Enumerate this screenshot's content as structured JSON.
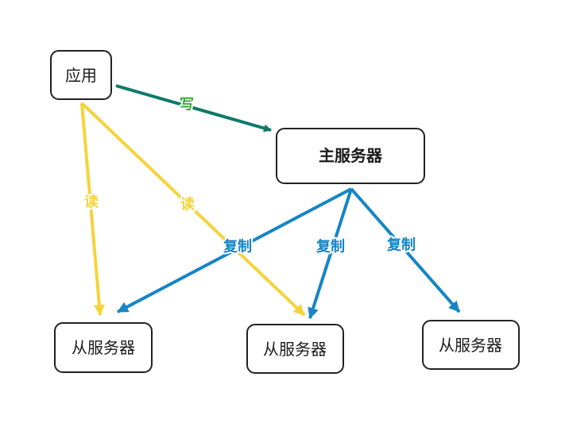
{
  "colors": {
    "write_line": "#0d7a6a",
    "write_label": "#3aaa35",
    "read": "#f5d33a",
    "replicate": "#1585c6",
    "border": "#222222"
  },
  "nodes": {
    "app": {
      "label": "应用"
    },
    "master": {
      "label": "主服务器"
    },
    "slave_left": {
      "label": "从服务器"
    },
    "slave_middle": {
      "label": "从服务器"
    },
    "slave_right": {
      "label": "从服务器"
    }
  },
  "edges": {
    "write": {
      "label": "写"
    },
    "read_left": {
      "label": "读"
    },
    "read_middle": {
      "label": "读"
    },
    "replicate_left": {
      "label": "复制"
    },
    "replicate_middle": {
      "label": "复制"
    },
    "replicate_right": {
      "label": "复制"
    }
  }
}
